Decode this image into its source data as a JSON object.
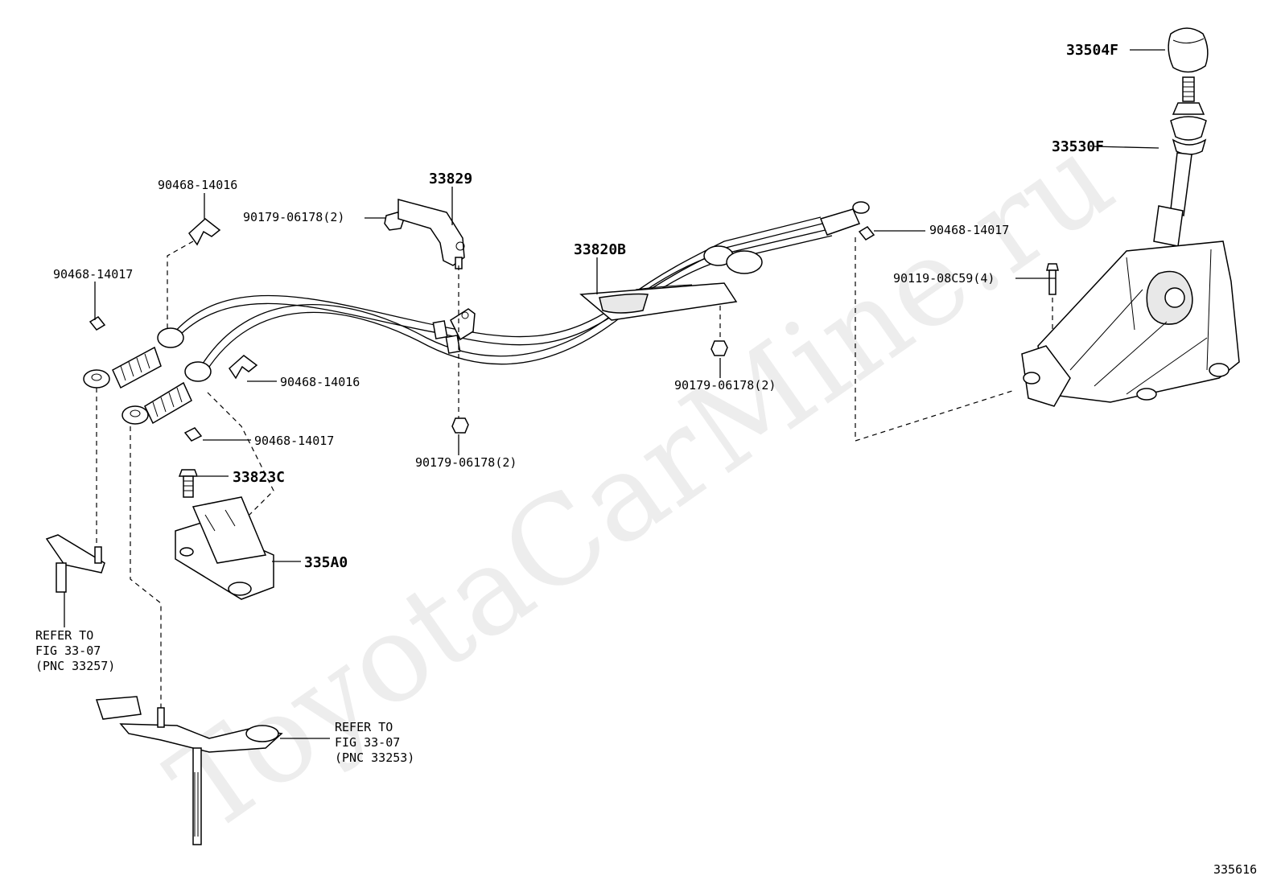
{
  "watermark": "ToyotaCarMine.ru",
  "figure_number": "335616",
  "labels": {
    "p33504F": "33504F",
    "p33530F": "33530F",
    "p33829": "33829",
    "p33820B": "33820B",
    "p33823C": "33823C",
    "p335A0": "335A0",
    "c90468_14016_top": "90468-14016",
    "c90468_14016_mid": "90468-14016",
    "c90468_14017_left": "90468-14017",
    "c90468_14017_mid": "90468-14017",
    "c90468_14017_right": "90468-14017",
    "n90179_06178_top": "90179-06178(2)",
    "n90179_06178_center": "90179-06178(2)",
    "n90179_06178_right": "90179-06178(2)",
    "b90119_08C59": "90119-08C59(4)"
  },
  "refer_left": {
    "line1": "REFER TO",
    "line2": "FIG 33-07",
    "line3": "(PNC 33257)"
  },
  "refer_bottom": {
    "line1": "REFER TO",
    "line2": "FIG 33-07",
    "line3": "(PNC 33253)"
  }
}
